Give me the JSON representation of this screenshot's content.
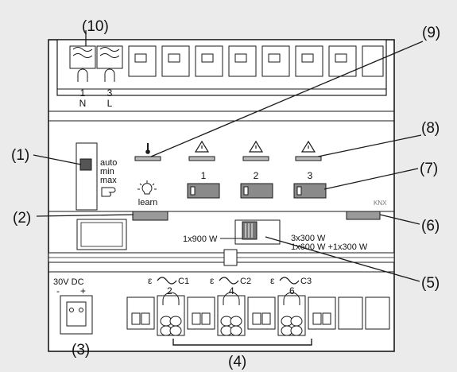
{
  "callouts": {
    "c1": "(1)",
    "c2": "(2)",
    "c3": "(3)",
    "c4": "(4)",
    "c5": "(5)",
    "c6": "(6)",
    "c7": "(7)",
    "c8": "(8)",
    "c9": "(9)",
    "c10": "(10)"
  },
  "terminals_top": {
    "t1_num": "1",
    "t1_name": "N",
    "t2_num": "3",
    "t2_name": "L"
  },
  "mode_switch": {
    "auto": "auto",
    "min": "min",
    "max": "max"
  },
  "learn": {
    "label": "learn"
  },
  "channel_numbers": [
    "1",
    "2",
    "3"
  ],
  "knx_logo": "KNX",
  "load_switch": {
    "left_label": "1x900 W",
    "right_label_1": "3x300 W",
    "right_label_2": "1x600 W +1x300 W"
  },
  "power_terminal": {
    "label": "30V DC",
    "minus": "-",
    "plus": "+"
  },
  "bottom_channels": [
    {
      "epsilon": "ε",
      "code": "C1",
      "num": "2"
    },
    {
      "epsilon": "ε",
      "code": "C2",
      "num": "4"
    },
    {
      "epsilon": "ε",
      "code": "C3",
      "num": "6"
    }
  ],
  "icons": [
    "thermometer-icon",
    "warning-triangle-icon",
    "sun-learn-icon",
    "hand-pointer-icon",
    "dimmer-curve-icon"
  ]
}
